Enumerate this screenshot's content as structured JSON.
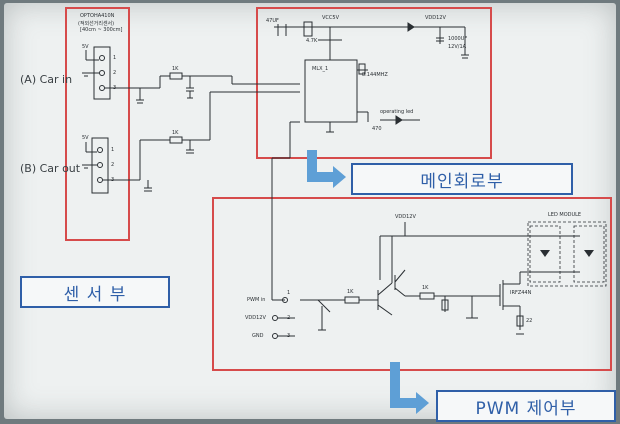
{
  "sensor": {
    "module_title": "OPTOHA410N",
    "module_sub1": "(적외선거리센서)",
    "module_sub2": "[40cm ~ 300cm]",
    "car_in": "(A) Car in",
    "car_out": "(B) Car out",
    "v5_a": "5V",
    "v5_b": "5V",
    "pins_a": [
      "1",
      "2",
      "3"
    ],
    "pins_b": [
      "1",
      "2",
      "3"
    ],
    "r1": "1K",
    "r2": "1K",
    "label": "센 서 부"
  },
  "main": {
    "cap": "47UF",
    "vcc": "VCC5V",
    "vdd": "VDD12V",
    "cap2": "4.7K",
    "xtal": "8.144MHZ",
    "cap3": "1000UF",
    "supply": "12V/1A",
    "led_label": "operating led",
    "res_led": "470",
    "ic_name": "MLX_1",
    "label": "메인회로부"
  },
  "pwm": {
    "vdd": "VDD12V",
    "led_module": "LED MODULE",
    "pwm_in": "PWM in",
    "vdd_in": "VDD12V",
    "gnd": "GND",
    "pins": [
      "1",
      "2",
      "3"
    ],
    "r1": "1K",
    "r2": "1K",
    "mosfet": "IRFZ44N",
    "r3": "22",
    "label": "PWM 제어부"
  },
  "colors": {
    "frame": "#d64b4b",
    "label_blue": "#2f5fa8",
    "arrow_blue": "#5e9fd6",
    "wire": "#2a2f33"
  }
}
